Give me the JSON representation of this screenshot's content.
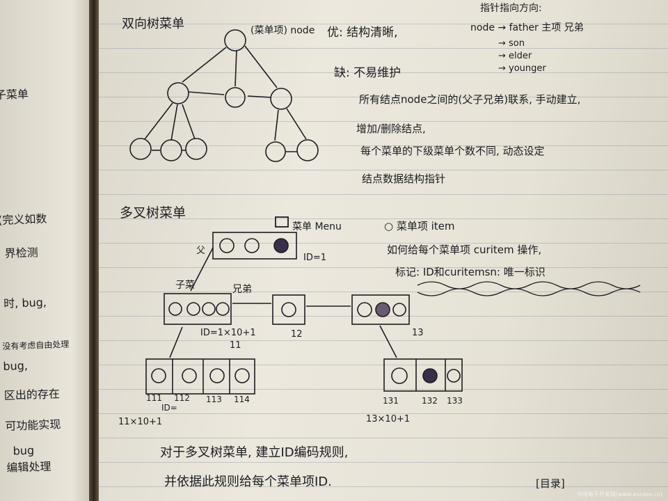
{
  "notes": {
    "title_binary": "双向树菜单",
    "menu_item_node": "(菜单项) node",
    "pros": "优: 结构清晰,",
    "pointer_direction": "指针指向方向:",
    "pointer_list": [
      "node → father 主项 兄弟",
      "→ son",
      "→ elder",
      "→ younger"
    ],
    "cons_title": "缺: 不易维护",
    "cons_lines": [
      "所有结点node之间的(父子兄弟)联系, 手动建立,",
      "增加/删除结点,",
      "每个菜单的下级菜单个数不同, 动态设定",
      "结点数据结构指针"
    ],
    "title_multi": "多叉树菜单",
    "menu_label": "菜单 Menu",
    "item_label": "○ 菜单项 item",
    "item_desc": "如何给每个菜单项 curitem 操作,",
    "mark_label": "标记: ID和curitemsn: 唯一标识",
    "father_label": "父",
    "son_label": "子菜",
    "brother_label": "兄弟",
    "root_id": "ID=1",
    "level1_ids": [
      "ID=1×10+1",
      "12",
      "13"
    ],
    "level1_sub": "11",
    "level2_left_ids": [
      "111",
      "112",
      "113",
      "114"
    ],
    "level2_left_id_label": "ID=",
    "level2_left_formula": "11×10+1",
    "level2_right_ids": [
      "131",
      "132",
      "133"
    ],
    "level2_right_formula": "13×10+1",
    "bottom_line1": "对于多叉树菜单, 建立ID编码规则,",
    "bottom_line2": "并依据此规则给每个菜单项ID.",
    "bracket_note": "[目录]",
    "left_fragments": [
      "子菜单",
      "(完义如数",
      "界检测",
      "时, bug,",
      "没有考虑自由处理",
      "bug,",
      "区出的存在",
      "可功能实现",
      "bug",
      "编辑处理"
    ]
  },
  "watermark": "中国电子开发网(www.eszdev.cn)"
}
